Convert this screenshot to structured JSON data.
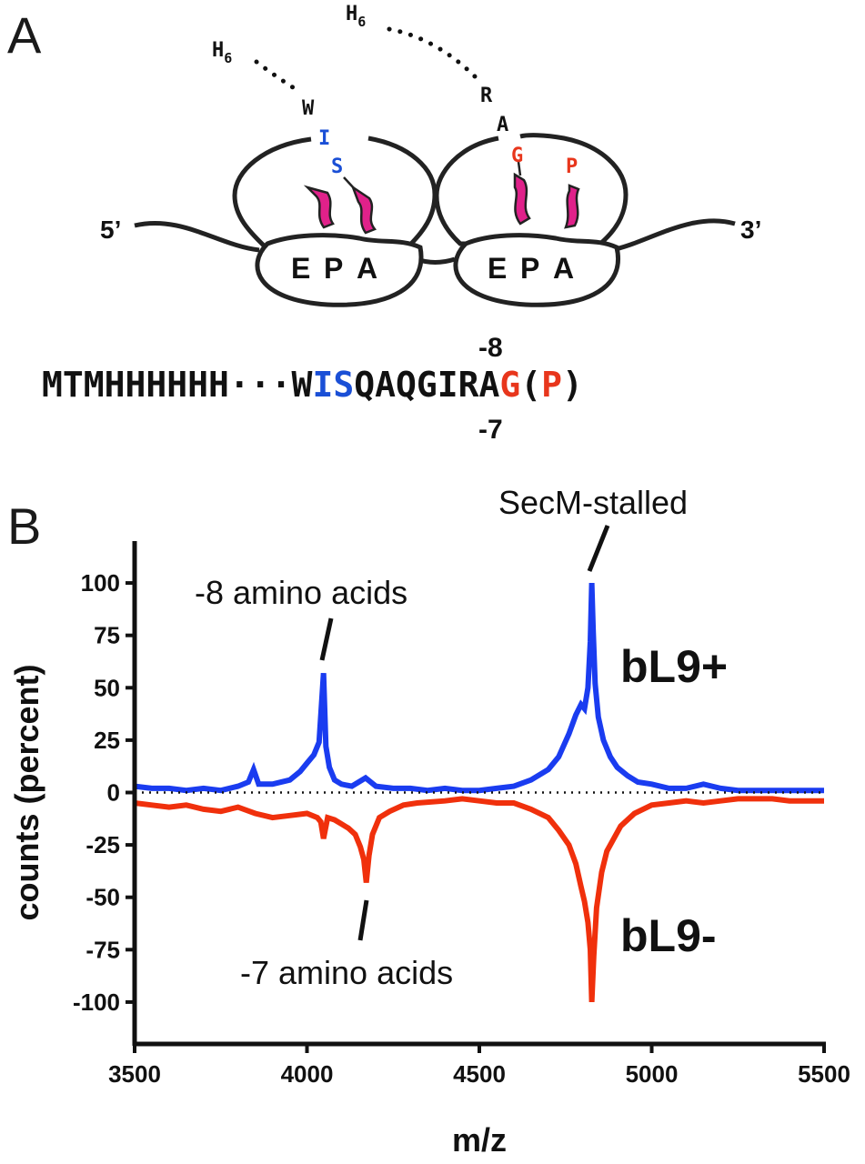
{
  "panel_a": {
    "letter": "A",
    "five_prime": "5’",
    "three_prime": "3’",
    "site_labels": [
      "E",
      "P",
      "A"
    ],
    "ribosome1_chain": {
      "tag_main": "H",
      "tag_sub": "6",
      "residues": [
        "W",
        "I",
        "S"
      ]
    },
    "ribosome2_chain": {
      "tag_main": "H",
      "tag_sub": "6",
      "residues": [
        "R",
        "A",
        "G",
        "P"
      ]
    },
    "sequence": {
      "prefix": "MTMHHHHHH",
      "dots": "···",
      "w": "W",
      "i": "I",
      "s": "S",
      "middle": "QAQGIRA",
      "g": "G",
      "open_paren": "(",
      "p": "P",
      "close_paren": ")",
      "label_above": "-8",
      "label_below": "-7"
    },
    "colors": {
      "blue": "#1a4fd6",
      "red": "#e8361c",
      "trna": "#e0218a"
    }
  },
  "panel_b": {
    "letter": "B",
    "annotations": {
      "peak_minus8": "-8 amino acids",
      "peak_minus7": "-7 amino acids",
      "peak_secm": "SecM-stalled",
      "bl9_plus": "bL9+",
      "bl9_minus": "bL9-"
    }
  },
  "chart_data": {
    "type": "line",
    "title": "",
    "xlabel": "m/z",
    "ylabel": "counts (percent)",
    "xlim": [
      3500,
      5500
    ],
    "ylim": [
      -120,
      120
    ],
    "xticks": [
      3500,
      4000,
      4500,
      5000,
      5500
    ],
    "yticks": [
      100,
      75,
      50,
      25,
      0,
      -25,
      -50,
      -75,
      -100
    ],
    "zero_line": "dotted",
    "series": [
      {
        "name": "bL9+",
        "color": "#1a3cf0",
        "x": [
          3500,
          3550,
          3600,
          3650,
          3700,
          3750,
          3800,
          3830,
          3845,
          3860,
          3900,
          3950,
          3980,
          4000,
          4020,
          4035,
          4048,
          4055,
          4065,
          4080,
          4100,
          4130,
          4170,
          4200,
          4250,
          4300,
          4350,
          4400,
          4450,
          4500,
          4550,
          4600,
          4650,
          4700,
          4730,
          4760,
          4780,
          4795,
          4805,
          4815,
          4822,
          4826,
          4830,
          4836,
          4845,
          4860,
          4880,
          4900,
          4930,
          4960,
          5000,
          5050,
          5100,
          5150,
          5200,
          5250,
          5300,
          5350,
          5400,
          5450,
          5500
        ],
        "y": [
          3,
          2,
          2,
          1,
          2,
          1,
          3,
          5,
          11,
          4,
          4,
          6,
          10,
          14,
          18,
          24,
          57,
          22,
          12,
          6,
          4,
          3,
          7,
          3,
          2,
          2,
          1,
          2,
          1,
          1,
          2,
          3,
          6,
          11,
          17,
          28,
          37,
          42,
          40,
          50,
          72,
          100,
          78,
          52,
          36,
          25,
          17,
          12,
          8,
          5,
          4,
          2,
          2,
          4,
          2,
          1,
          1,
          1,
          1,
          1,
          1
        ]
      },
      {
        "name": "bL9-",
        "color": "#f0300c",
        "x": [
          3500,
          3550,
          3600,
          3650,
          3700,
          3750,
          3800,
          3850,
          3900,
          3950,
          4000,
          4030,
          4040,
          4048,
          4060,
          4080,
          4100,
          4120,
          4140,
          4155,
          4165,
          4172,
          4180,
          4190,
          4210,
          4240,
          4280,
          4320,
          4400,
          4450,
          4500,
          4550,
          4600,
          4650,
          4700,
          4730,
          4760,
          4780,
          4795,
          4805,
          4815,
          4822,
          4826,
          4832,
          4840,
          4855,
          4870,
          4890,
          4910,
          4950,
          5000,
          5050,
          5100,
          5150,
          5200,
          5250,
          5300,
          5350,
          5400,
          5450,
          5500
        ],
        "y": [
          -5,
          -6,
          -7,
          -6,
          -8,
          -9,
          -7,
          -10,
          -12,
          -11,
          -10,
          -12,
          -14,
          -22,
          -12,
          -13,
          -15,
          -17,
          -20,
          -26,
          -32,
          -43,
          -30,
          -20,
          -12,
          -9,
          -6,
          -5,
          -4,
          -3,
          -4,
          -5,
          -5,
          -8,
          -12,
          -18,
          -25,
          -34,
          -45,
          -52,
          -62,
          -75,
          -100,
          -78,
          -55,
          -38,
          -28,
          -22,
          -16,
          -10,
          -6,
          -5,
          -4,
          -5,
          -4,
          -3,
          -3,
          -3,
          -4,
          -4,
          -4
        ]
      }
    ]
  }
}
